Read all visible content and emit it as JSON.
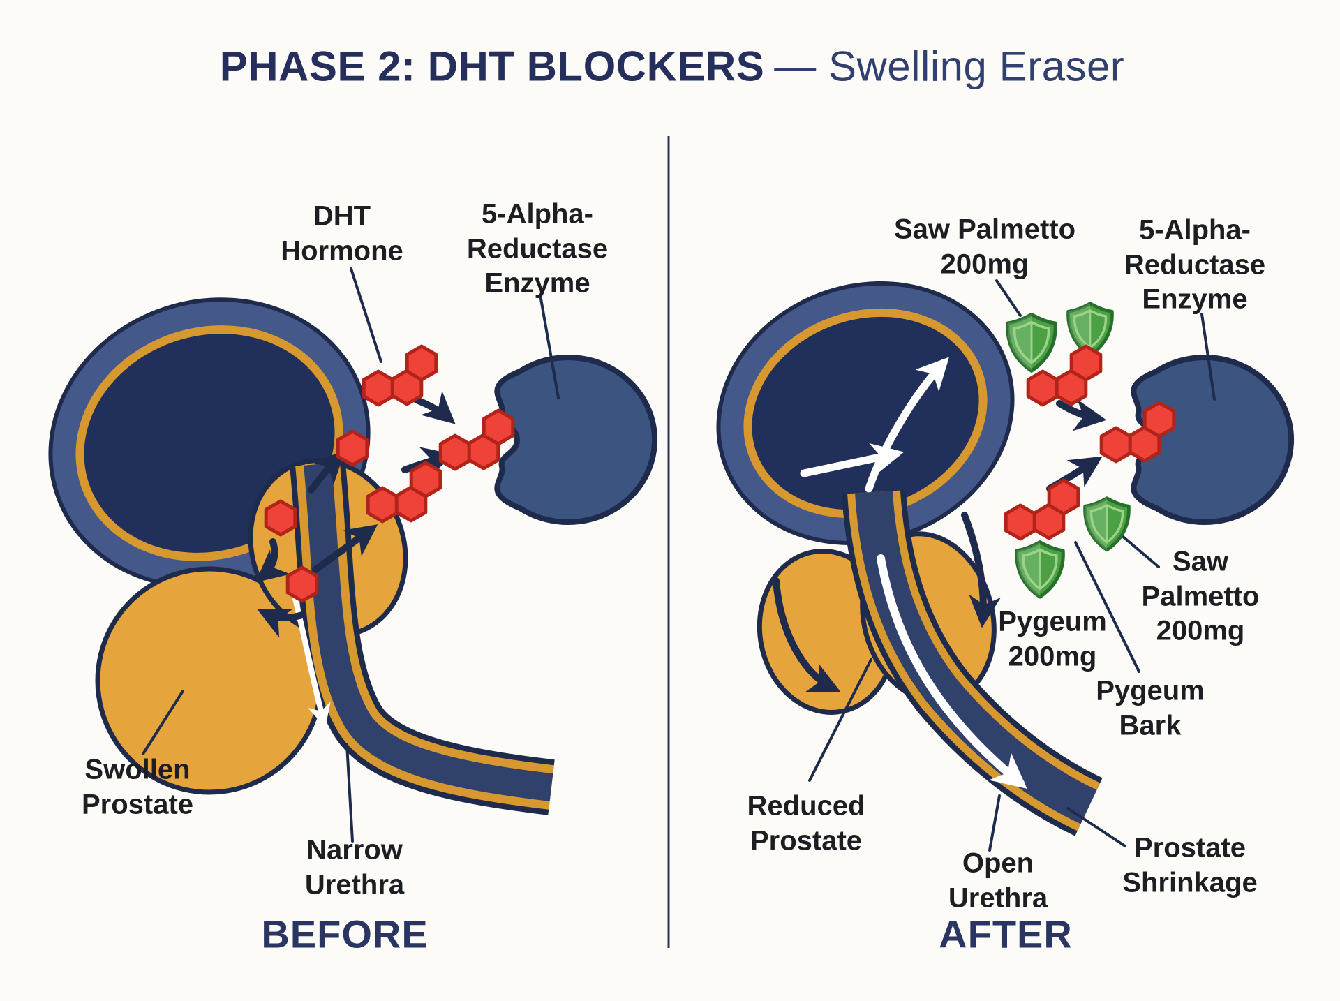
{
  "title": {
    "main": "PHASE 2: DHT BLOCKERS",
    "subtitle": "— Swelling Eraser"
  },
  "panels": {
    "before": {
      "label": "BEFORE",
      "annotations": {
        "dht_hormone": "DHT\nHormone",
        "enzyme": "5-Alpha-\nReductase\nEnzyme",
        "swollen_prostate": "Swollen\nProstate",
        "narrow_urethra": "Narrow\nUrethra"
      }
    },
    "after": {
      "label": "AFTER",
      "annotations": {
        "saw_palmetto_top": "Saw Palmetto\n200mg",
        "enzyme": "5-Alpha-\nReductase\nEnzyme",
        "pygeum_dose": "Pygeum\n200mg",
        "saw_palmetto_side": "Saw Palmetto\n200mg",
        "pygeum_bark": "Pygeum\nBark",
        "reduced_prostate": "Reduced\nProstate",
        "open_urethra": "Open\nUrethra",
        "prostate_shrinkage": "Prostate\nShrinkage"
      }
    }
  },
  "icons": {
    "dht_molecule": "red-hexagon",
    "dht_blocker": "green-shield",
    "enzyme": "navy-blob-with-notch",
    "flow": "curved-arrow"
  },
  "colors": {
    "background": "#fcfbf8",
    "ink": "#1e2b4c",
    "divider": "#2b3552",
    "title_strong": "#262f5c",
    "title_light": "#32406f",
    "label_text": "#1d1e22",
    "panel_label": "#2a3561",
    "bladder_wall": "#44588a",
    "bladder_interior": "#20305a",
    "membrane_orange": "#d6982f",
    "prostate_orange": "#e5a53c",
    "urethra_interior": "#30426b",
    "enzyme_fill": "#3c5480",
    "molecule_red": "#ef4339",
    "molecule_red_dark": "#b2241a",
    "shield_green": "#4aa043",
    "shield_green_dark": "#27702c",
    "shield_green_light": "#9cd289",
    "arrow_white": "#ffffff"
  }
}
